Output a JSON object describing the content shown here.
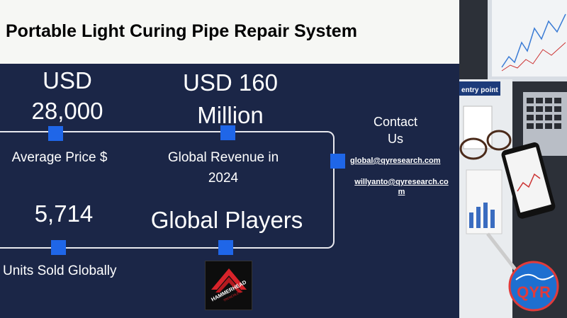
{
  "title": "Portable Light Curing Pipe Repair System",
  "stats": {
    "price_value_1": "USD",
    "price_value_2": "28,000",
    "price_label": "Average Price $",
    "revenue_value_1": "USD 160",
    "revenue_value_2": "Million",
    "revenue_label_1": "Global Revenue in",
    "revenue_label_2": "2024",
    "units_value": "5,714",
    "units_label": "Units Sold Globally",
    "players_label": "Global Players"
  },
  "contact": {
    "heading_1": "Contact",
    "heading_2": "Us",
    "email_1": "global@qyresearch.com",
    "email_2_line1": "willyanto@qyresearch.co",
    "email_2_line2": "m"
  },
  "photo": {
    "screen_text": "entry point",
    "brand": "QYR"
  },
  "player_logo": {
    "name": "HAMMERHEAD",
    "sub": "TRENCHLESS"
  },
  "colors": {
    "accent": "#1f66e8",
    "background": "#1b2647",
    "title_bg": "#f6f7f4",
    "brand_red": "#d8232a"
  }
}
